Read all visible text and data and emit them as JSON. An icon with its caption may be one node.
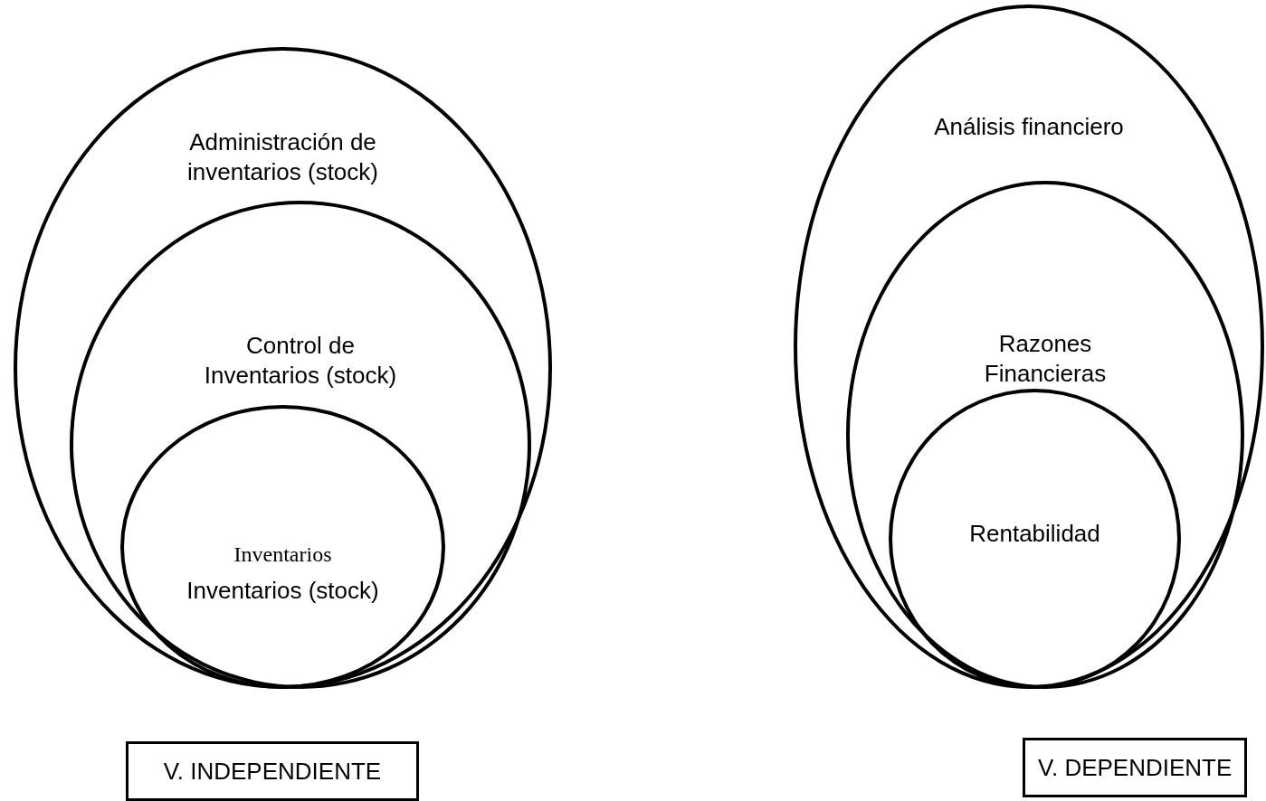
{
  "diagram": {
    "nodes": [
      {
        "text": [
          "Administración de inventarios (stock)"
        ]
      },
      {
        "text": [
          "Control de Inventarios (stock)"
        ],
        "in": 0
      },
      {
        "text": [
          "Inventarios",
          "Inventarios (stock)"
        ],
        "in": 1
      },
      {
        "text": [
          "V. INDEPENDIENTE"
        ]
      },
      {
        "text": [
          "Análisis financiero"
        ]
      },
      {
        "text": [
          "Razones Financieras"
        ],
        "in": 4
      },
      {
        "text": [
          "Rentabilidad"
        ],
        "in": 5
      },
      {
        "text": [
          "V. DEPENDIENTE"
        ]
      }
    ]
  }
}
